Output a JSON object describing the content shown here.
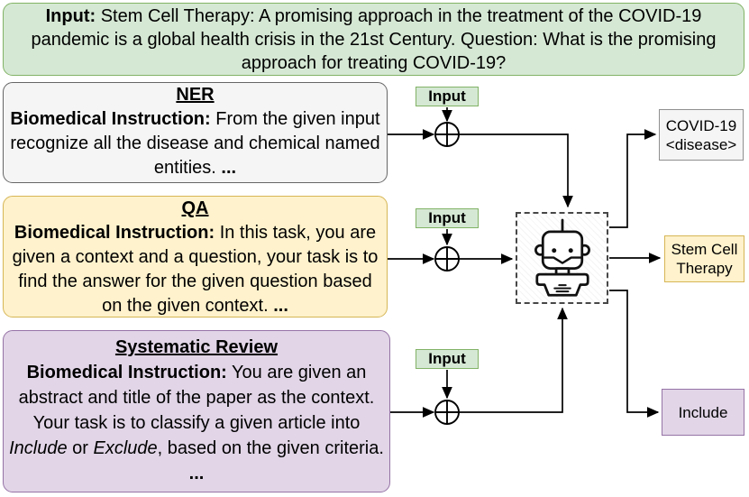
{
  "colors": {
    "green_fill": "#d5e8d4",
    "green_stroke": "#82b366",
    "gray_fill": "#f5f5f5",
    "gray_stroke": "#666666",
    "yellow_fill": "#fff2cc",
    "yellow_stroke": "#d6b656",
    "purple_fill": "#e1d5e7",
    "purple_stroke": "#9673a6",
    "arrow": "#000000"
  },
  "icons": {
    "robot": "robot-icon",
    "combine": "circled-plus-icon"
  },
  "top_input": {
    "label": "Input:",
    "text": "Stem Cell Therapy: A promising approach in the treatment of the COVID-19 pandemic is a global health crisis in the 21st Century. Question: What is the promising approach for treating COVID-19?"
  },
  "input_tag_label": "Input",
  "tasks": {
    "ner": {
      "title": "NER",
      "instruction_label": "Biomedical Instruction:",
      "instruction": "From the given input recognize all the disease and chemical named entities.",
      "ellipsis": "...",
      "output_line1": "COVID-19",
      "output_line2": "<disease>"
    },
    "qa": {
      "title": "QA",
      "instruction_label": "Biomedical Instruction:",
      "instruction": "In this task, you are given a context and a question, your task is to find the answer for the given question based on the given context.",
      "ellipsis": "...",
      "output": "Stem Cell Therapy"
    },
    "sr": {
      "title": "Systematic Review",
      "instruction_label": "Biomedical Instruction:",
      "instruction_part1": "You are given an abstract and title of the paper as the context. Your task is to classify a given article into",
      "italic1": "Include",
      "instruction_part2": "or",
      "italic2": "Exclude",
      "instruction_part3": ", based on the given criteria.",
      "ellipsis": "...",
      "output": "Include"
    }
  }
}
